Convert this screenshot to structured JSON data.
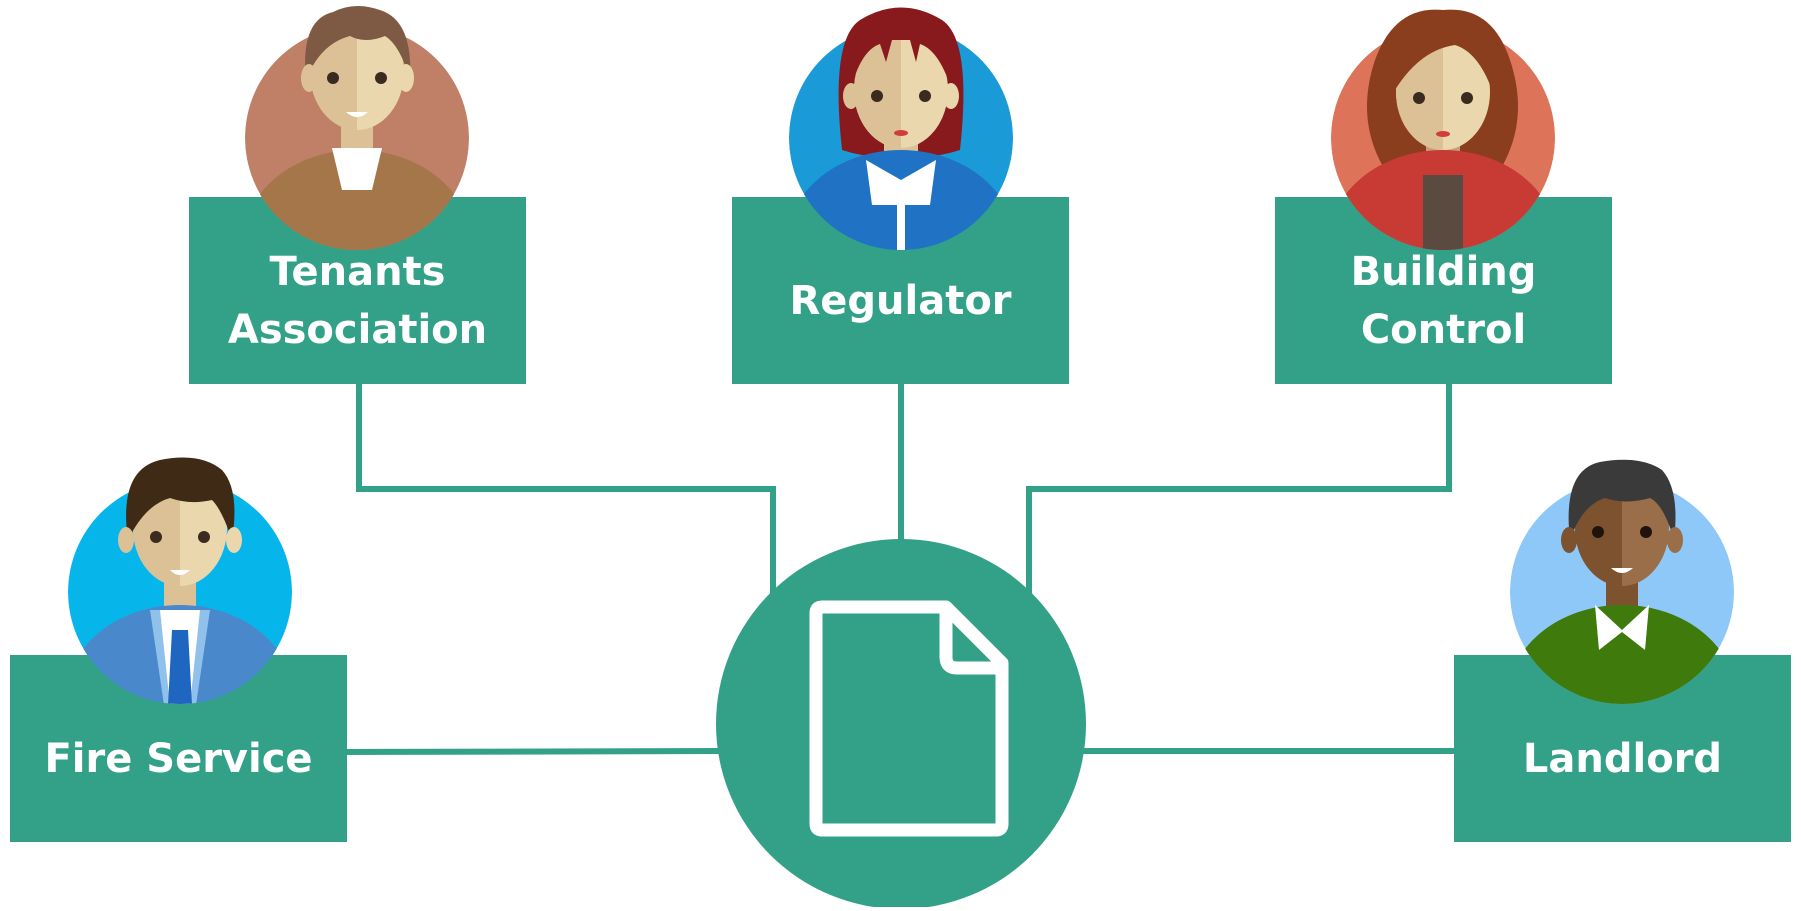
{
  "colors": {
    "accent": "#33a088",
    "label_text": "#ffffff",
    "background": "#ffffff"
  },
  "center": {
    "icon": "document-icon"
  },
  "stakeholders": [
    {
      "id": "tenants",
      "label_lines": [
        "Tenants",
        "Association"
      ],
      "avatar_bg": "#c08068",
      "avatar": "man-brown-hair-avatar"
    },
    {
      "id": "regulator",
      "label_lines": [
        "Regulator"
      ],
      "avatar_bg": "#1a9bd8",
      "avatar": "woman-red-hair-avatar"
    },
    {
      "id": "building",
      "label_lines": [
        "Building",
        "Control"
      ],
      "avatar_bg": "#dd7358",
      "avatar": "woman-auburn-hair-avatar"
    },
    {
      "id": "fire",
      "label_lines": [
        "Fire Service"
      ],
      "avatar_bg": "#06b6ea",
      "avatar": "man-blue-suit-avatar"
    },
    {
      "id": "landlord",
      "label_lines": [
        "Landlord"
      ],
      "avatar_bg": "#8ec8f8",
      "avatar": "man-green-sweater-avatar"
    }
  ]
}
